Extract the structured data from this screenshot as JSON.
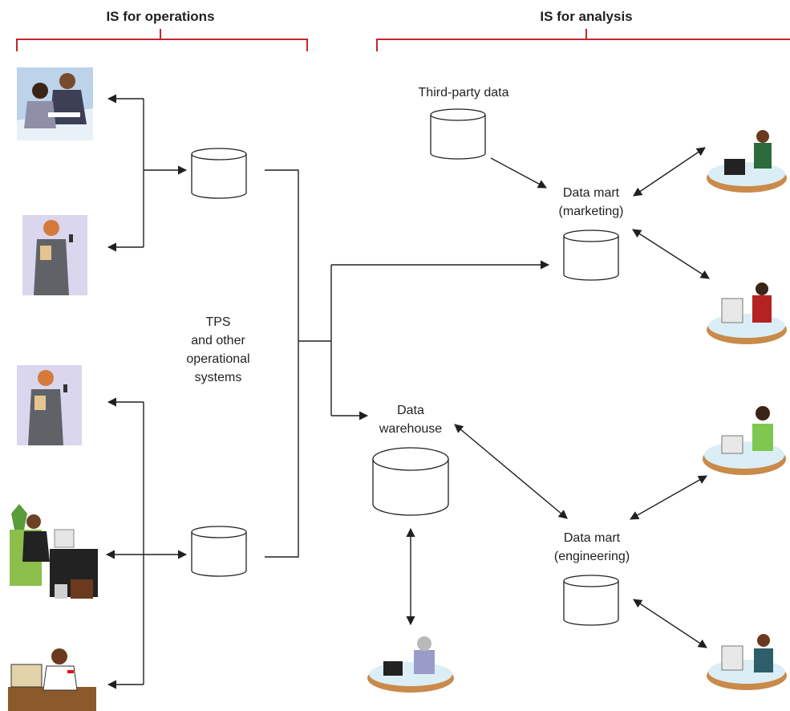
{
  "headers": {
    "operations": "IS for operations",
    "analysis": "IS for analysis"
  },
  "labels": {
    "third_party": "Third-party data",
    "tps": [
      "TPS",
      "and other",
      "operational",
      "systems"
    ],
    "warehouse": [
      "Data",
      "warehouse"
    ],
    "mart_marketing": [
      "Data mart",
      "(marketing)"
    ],
    "mart_engineering": [
      "Data mart",
      "(engineering)"
    ]
  },
  "colors": {
    "bracket": "#c0272d",
    "ink": "#231f20"
  }
}
